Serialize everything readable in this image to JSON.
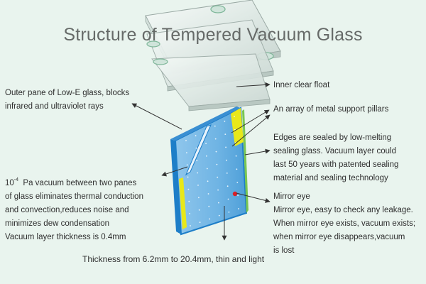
{
  "title": "Structure of Tempered Vacuum Glass",
  "labels": {
    "outer_pane": {
      "line1": "Outer pane of Low-E glass, blocks",
      "line2": "infrared and ultraviolet rays"
    },
    "vacuum": {
      "base": "10",
      "exponent": "-4",
      "line1_rest": "  Pa vacuum between two panes",
      "line2": "of glass eliminates thermal conduction",
      "line3": "and convection,reduces noise and",
      "line4": "minimizes dew condensation",
      "line5": "Vacuum layer thickness is 0.4mm"
    },
    "inner_clear": "Inner clear float",
    "pillars": "An array of metal support pillars",
    "edges": {
      "line1": "Edges are sealed by low-melting",
      "line2": "sealing glass. Vacuum layer could",
      "line3": "last 50 years with patented sealing",
      "line4": "material and sealing technology"
    },
    "mirror_eye_title": "Mirror eye",
    "mirror_eye": {
      "line1": "Mirror eye, easy to check any leakage.",
      "line2": "When mirror eye exists, vacuum exists;",
      "line3": "when mirror eye disappears,vacuum",
      "line4": "is lost"
    },
    "thickness": "Thickness from 6.2mm to 20.4mm, thin and light"
  },
  "colors": {
    "background": "#e9f4ee",
    "glass_blue": "#1e7ec8",
    "glass_light": "#8fc6ec",
    "seal_yellow": "#e8e81a",
    "spacer_green": "#79c653",
    "mirror_eye_red": "#d9202a"
  }
}
